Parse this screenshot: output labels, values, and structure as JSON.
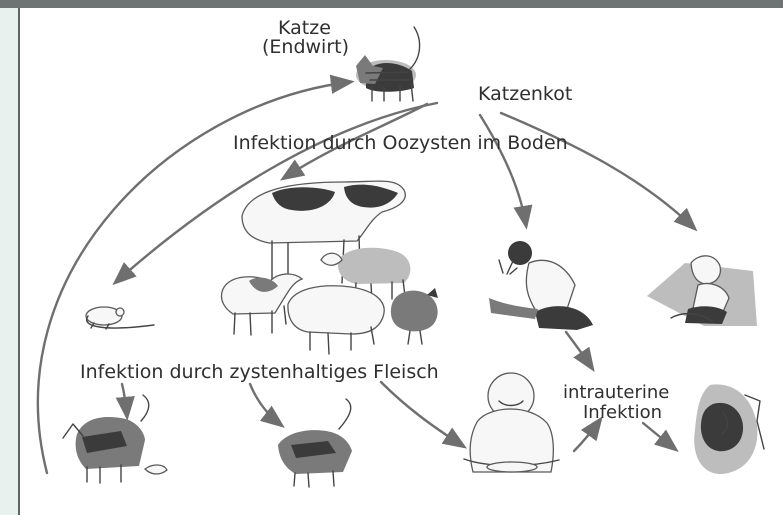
{
  "labels": {
    "cat_line1": "Katze",
    "cat_line2": "(Endwirt)",
    "feces": "Katzenkot",
    "soil_infection": "Infektion durch Oozysten im Boden",
    "meat_infection": "Infektion durch zystenhaltiges Fleisch",
    "intrauterine_line1": "intrauterine",
    "intrauterine_line2": "Infektion"
  },
  "colors": {
    "background": "#e9f1ef",
    "panel": "#ffffff",
    "text": "#2f2f2f",
    "arrow": "#6f6f6f"
  },
  "icons": [
    "cat-icon",
    "mouse-icon",
    "cow-icon",
    "goat-icon",
    "sheep-icon",
    "pig-icon",
    "chicken-icon",
    "gardener-icon",
    "child-sandbox-icon",
    "woman-eating-icon",
    "fetus-icon"
  ]
}
